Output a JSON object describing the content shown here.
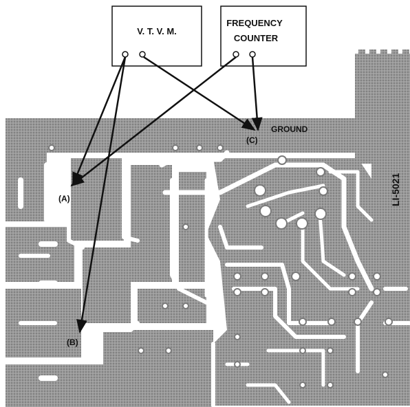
{
  "instruments": {
    "vtvm": {
      "label": "V. T. V. M."
    },
    "frequency_counter": {
      "line1": "FREQUENCY",
      "line2": "COUNTER"
    }
  },
  "board": {
    "part_number": "LI-5021",
    "colors": {
      "copper": "#8a8a8a",
      "substrate": "#ffffff",
      "ink": "#111111"
    }
  },
  "test_points": {
    "a": "(A)",
    "b": "(B)",
    "c": "(C)",
    "ground": "GROUND"
  }
}
